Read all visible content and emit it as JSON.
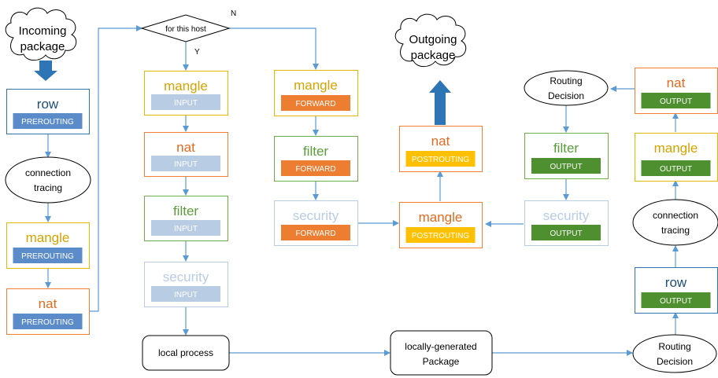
{
  "colors": {
    "blue_title": "#1f4e79",
    "blue_border": "#2e75b6",
    "blue_pill": "#5b8cc9",
    "gold_title": "#d4a300",
    "gold_border": "#e6b800",
    "gold_pill": "#ffc000",
    "orange_title": "#e26a1f",
    "orange_border": "#f08030",
    "orange_pill": "#ed7d31",
    "green_title": "#5b9d3a",
    "green_border": "#70ad47",
    "green_pill": "#4e8f2f",
    "pale_title": "#b8cce4",
    "pale_border": "#b8cce4",
    "pale_pill": "#b8cce4",
    "arrow": "#5b9bd5"
  },
  "clouds": {
    "incoming": {
      "line1": "Incoming",
      "line2": "package"
    },
    "outgoing": {
      "line1": "Outgoing",
      "line2": "package"
    }
  },
  "decision": {
    "label": "for this host",
    "yes": "Y",
    "no": "N"
  },
  "ellipses": {
    "conn_left": {
      "line1": "connection",
      "line2": "tracing"
    },
    "conn_right": {
      "line1": "connection",
      "line2": "tracing"
    },
    "route_top": {
      "line1": "Routing",
      "line2": "Decision"
    },
    "route_bottom": {
      "line1": "Routing",
      "line2": "Decision"
    }
  },
  "rounded": {
    "local_process": {
      "line1": "local process"
    },
    "locally_generated": {
      "line1": "locally-generated",
      "line2": "Package"
    }
  },
  "boxes": {
    "row_pre": {
      "title": "row",
      "chain": "PREROUTING",
      "theme": "blue"
    },
    "mangle_pre": {
      "title": "mangle",
      "chain": "PREROUTING",
      "theme": "gold_bluepill"
    },
    "nat_pre": {
      "title": "nat",
      "chain": "PREROUTING",
      "theme": "orange_bluepill"
    },
    "mangle_in": {
      "title": "mangle",
      "chain": "INPUT",
      "theme": "gold_palepill"
    },
    "nat_in": {
      "title": "nat",
      "chain": "INPUT",
      "theme": "orange_palepill"
    },
    "filter_in": {
      "title": "filter",
      "chain": "INPUT",
      "theme": "green_palepill"
    },
    "security_in": {
      "title": "security",
      "chain": "INPUT",
      "theme": "pale"
    },
    "mangle_fwd": {
      "title": "mangle",
      "chain": "FORWARD",
      "theme": "gold_orangepill"
    },
    "filter_fwd": {
      "title": "filter",
      "chain": "FORWARD",
      "theme": "green_orangepill"
    },
    "security_fwd": {
      "title": "security",
      "chain": "FORWARD",
      "theme": "pale_orangepill"
    },
    "nat_post": {
      "title": "nat",
      "chain": "POSTROUTING",
      "theme": "orange_goldpill"
    },
    "mangle_post": {
      "title": "mangle",
      "chain": "POSTROUTING",
      "theme": "orange_goldpill"
    },
    "filter_out": {
      "title": "filter",
      "chain": "OUTPUT",
      "theme": "green"
    },
    "security_out": {
      "title": "security",
      "chain": "OUTPUT",
      "theme": "pale_greenpill"
    },
    "nat_out": {
      "title": "nat",
      "chain": "OUTPUT",
      "theme": "orange_greenpill"
    },
    "mangle_out": {
      "title": "mangle",
      "chain": "OUTPUT",
      "theme": "gold_greenpill"
    },
    "row_out": {
      "title": "row",
      "chain": "OUTPUT",
      "theme": "blue_greenpill"
    }
  }
}
